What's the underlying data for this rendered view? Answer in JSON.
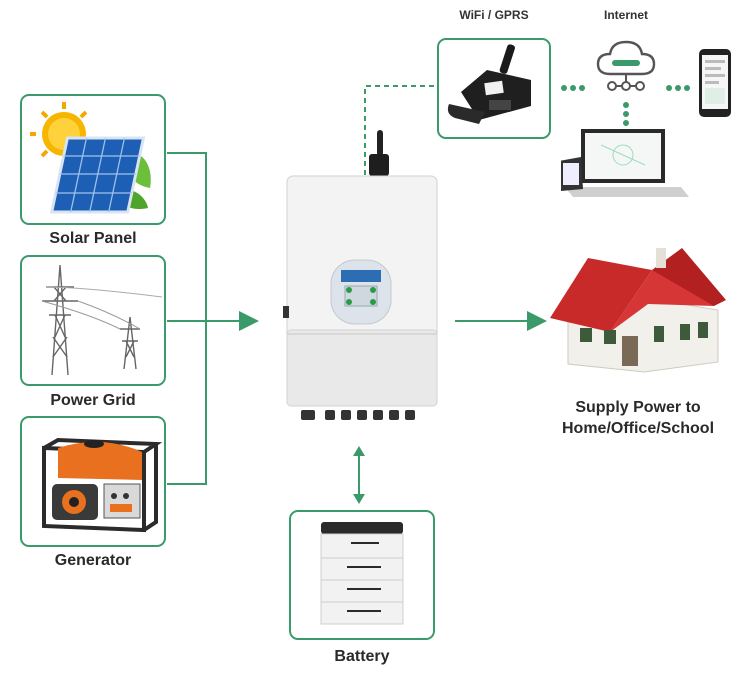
{
  "sources": {
    "solar": "Solar Panel",
    "grid": "Power Grid",
    "generator": "Generator"
  },
  "monitoring": {
    "wifi": "WiFi / GPRS",
    "internet": "Internet"
  },
  "output": {
    "line1": "Supply Power to",
    "line2": "Home/Office/School"
  },
  "storage": {
    "battery": "Battery"
  },
  "colors": {
    "accent": "#3a9a6a",
    "connector": "#3a9a6a"
  }
}
